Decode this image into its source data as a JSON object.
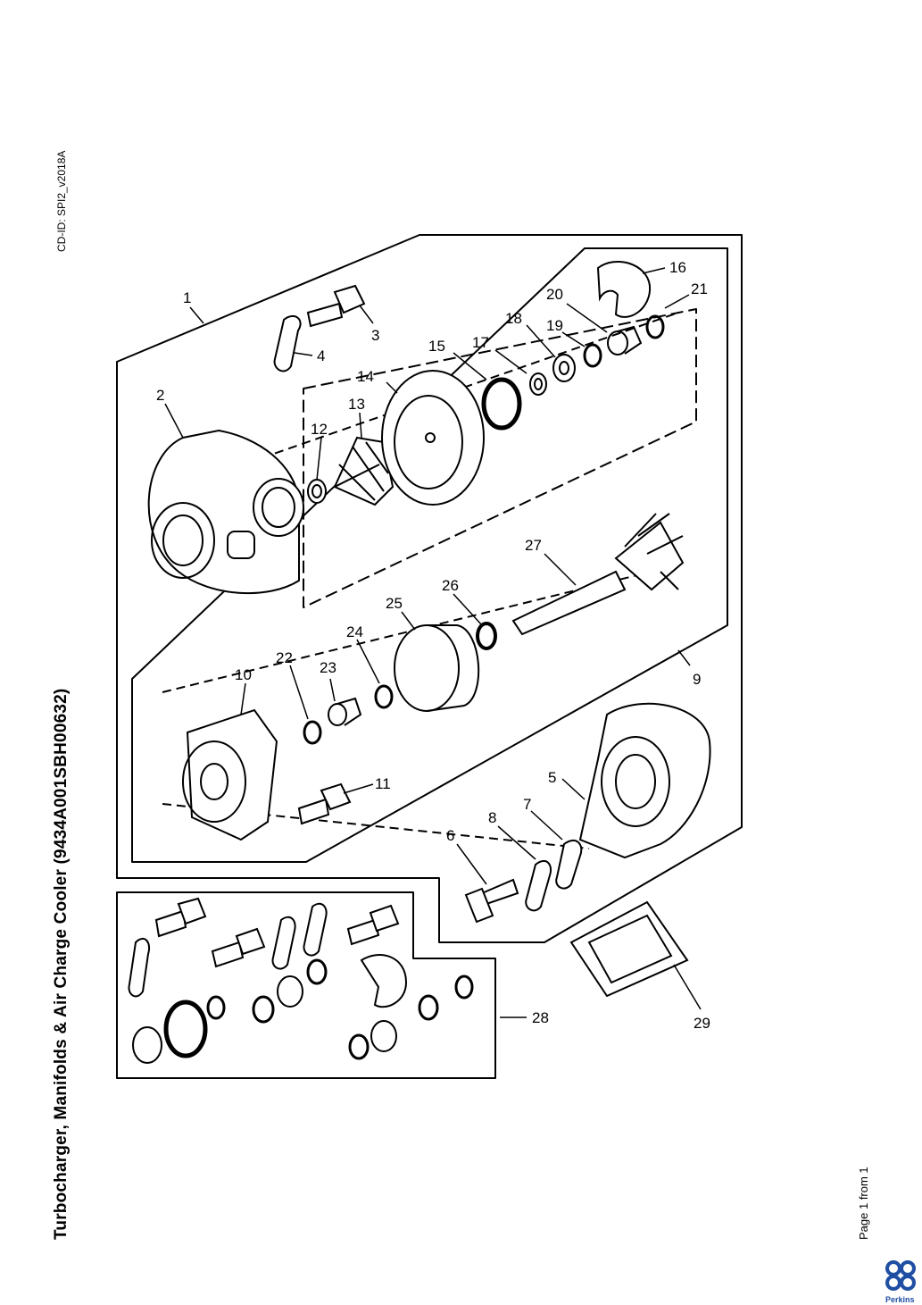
{
  "title": "Turbocharger, Manifolds & Air Charge Cooler (9434A001SBH00632)",
  "cd_id": "CD-ID: SPI2_v2018A",
  "footer": "Page 1 from 1",
  "brand": "Perkins",
  "callouts": [
    {
      "num": "1",
      "label": "1"
    },
    {
      "num": "2",
      "label": "2"
    },
    {
      "num": "3",
      "label": "3"
    },
    {
      "num": "4",
      "label": "4"
    },
    {
      "num": "5",
      "label": "5"
    },
    {
      "num": "6",
      "label": "6"
    },
    {
      "num": "7",
      "label": "7"
    },
    {
      "num": "8",
      "label": "8"
    },
    {
      "num": "9",
      "label": "9"
    },
    {
      "num": "10",
      "label": "10"
    },
    {
      "num": "11",
      "label": "11"
    },
    {
      "num": "12",
      "label": "12"
    },
    {
      "num": "13",
      "label": "13"
    },
    {
      "num": "14",
      "label": "14"
    },
    {
      "num": "15",
      "label": "15"
    },
    {
      "num": "16",
      "label": "16"
    },
    {
      "num": "17",
      "label": "17"
    },
    {
      "num": "18",
      "label": "18"
    },
    {
      "num": "19",
      "label": "19"
    },
    {
      "num": "20",
      "label": "20"
    },
    {
      "num": "21",
      "label": "21"
    },
    {
      "num": "22",
      "label": "22"
    },
    {
      "num": "23",
      "label": "23"
    },
    {
      "num": "24",
      "label": "24"
    },
    {
      "num": "25",
      "label": "25"
    },
    {
      "num": "26",
      "label": "26"
    },
    {
      "num": "27",
      "label": "27"
    },
    {
      "num": "28",
      "label": "28"
    },
    {
      "num": "29",
      "label": "29"
    }
  ],
  "colors": {
    "line": "#000000",
    "brand": "#1f4ea3"
  }
}
